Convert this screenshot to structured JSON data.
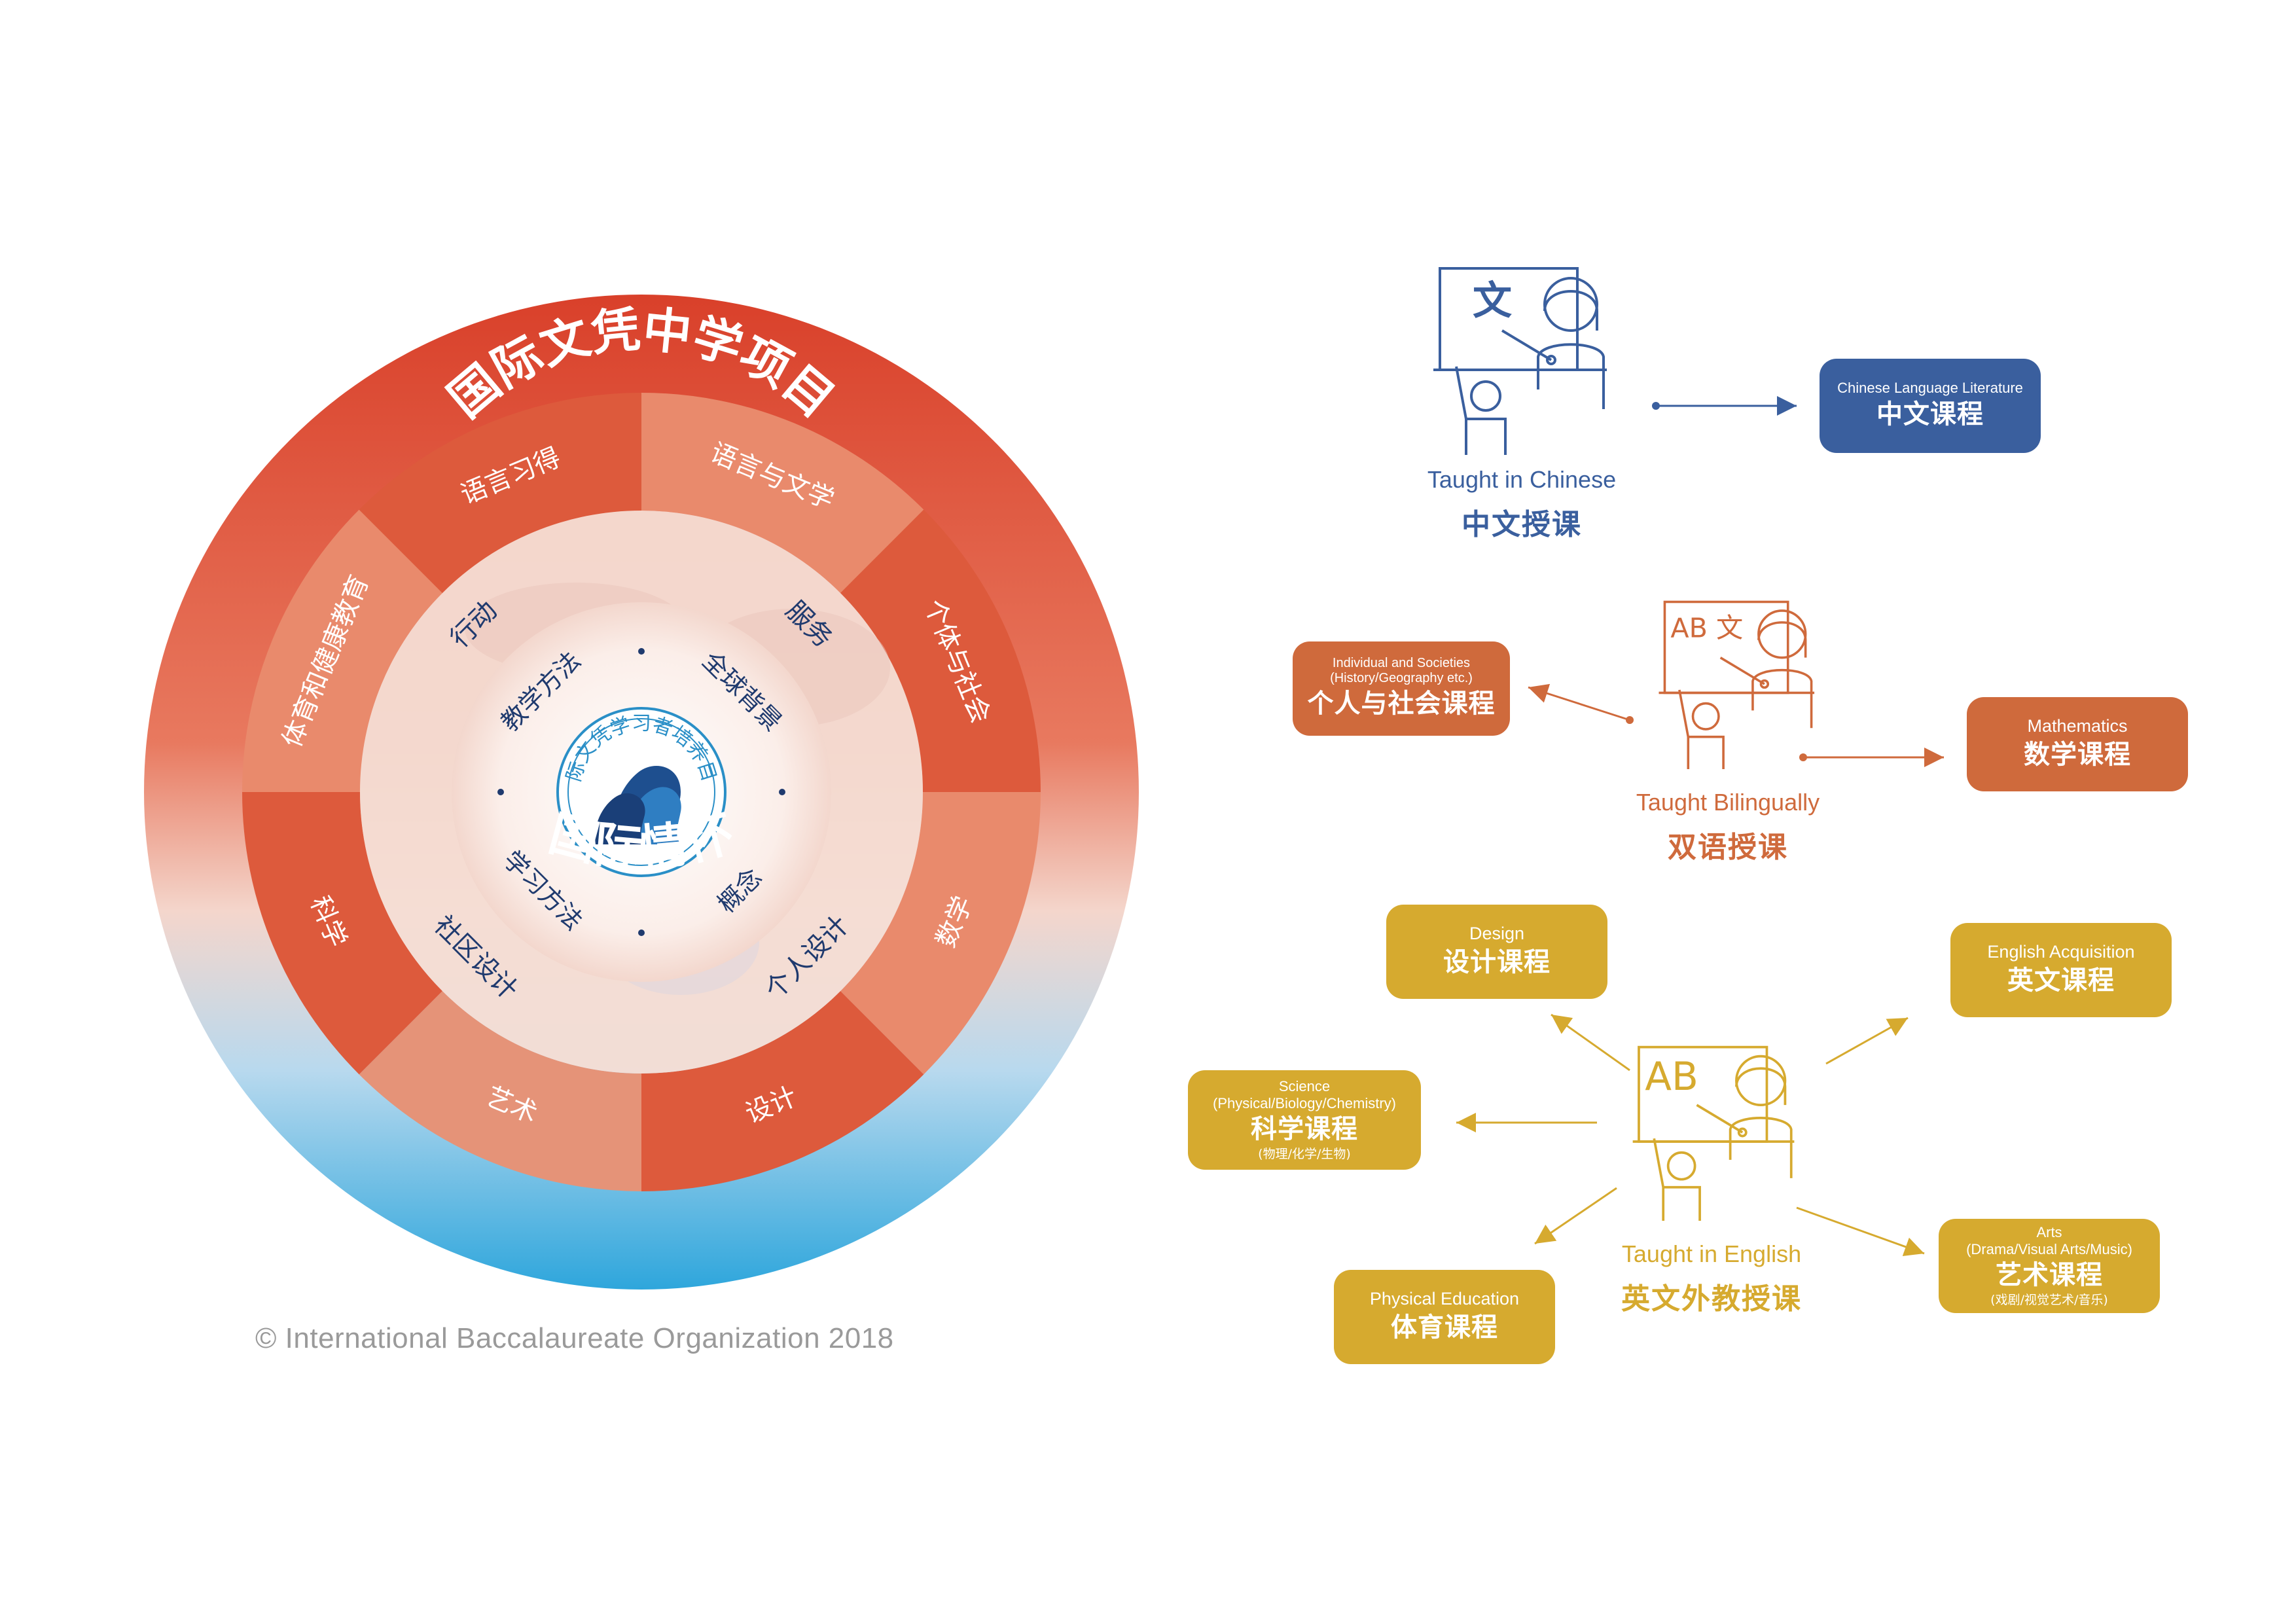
{
  "wheel": {
    "outer_top": "国际文凭中学项目",
    "outer_bottom": "国际情怀",
    "subject_groups": [
      "语言与文学",
      "个体与社会",
      "数学",
      "设计",
      "艺术",
      "科学",
      "体育和健康教育",
      "语言习得"
    ],
    "contexts": [
      "服务",
      "个人设计",
      "社区设计",
      "行动"
    ],
    "approaches": [
      "全球背景",
      "概念",
      "学习方法",
      "教学方法"
    ],
    "core": "国际文凭学习者培养目标"
  },
  "copyright": "© International Baccalaureate Organization 2018",
  "colors": {
    "wheel_red": "#d9452b",
    "wheel_blue": "#3aa7dc",
    "chinese_blue": "#3a5f9e",
    "bilingual_orange": "#cf6a3c",
    "english_gold": "#d6aa2f"
  },
  "teachers": [
    {
      "name_en": "Taught in Chinese",
      "name_zh": "中文授课",
      "board": "文",
      "icon": "teacher-board-icon"
    },
    {
      "name_en": "Taught Bilingually",
      "name_zh": "双语授课",
      "board": "AB 文",
      "icon": "teacher-board-icon"
    },
    {
      "name_en": "Taught in English",
      "name_zh": "英文外教授课",
      "board": "AB",
      "icon": "teacher-board-icon"
    }
  ],
  "courses": {
    "chinese": {
      "en": "Chinese Language Literature",
      "zh": "中文课程"
    },
    "individuals": {
      "en": "Individual and Societies\n(History/Geography etc.)",
      "zh": "个人与社会课程"
    },
    "mathematics": {
      "en": "Mathematics",
      "zh": "数学课程"
    },
    "design": {
      "en": "Design",
      "zh": "设计课程"
    },
    "english": {
      "en": "English Acquisition",
      "zh": "英文课程"
    },
    "science": {
      "en": "Science\n(Physical/Biology/Chemistry)",
      "zh": "科学课程",
      "note": "(物理/化学/生物)"
    },
    "arts": {
      "en": "Arts\n(Drama/Visual Arts/Music)",
      "zh": "艺术课程",
      "note": "(戏剧/视觉艺术/音乐)"
    },
    "pe": {
      "en": "Physical Education",
      "zh": "体育课程"
    }
  }
}
